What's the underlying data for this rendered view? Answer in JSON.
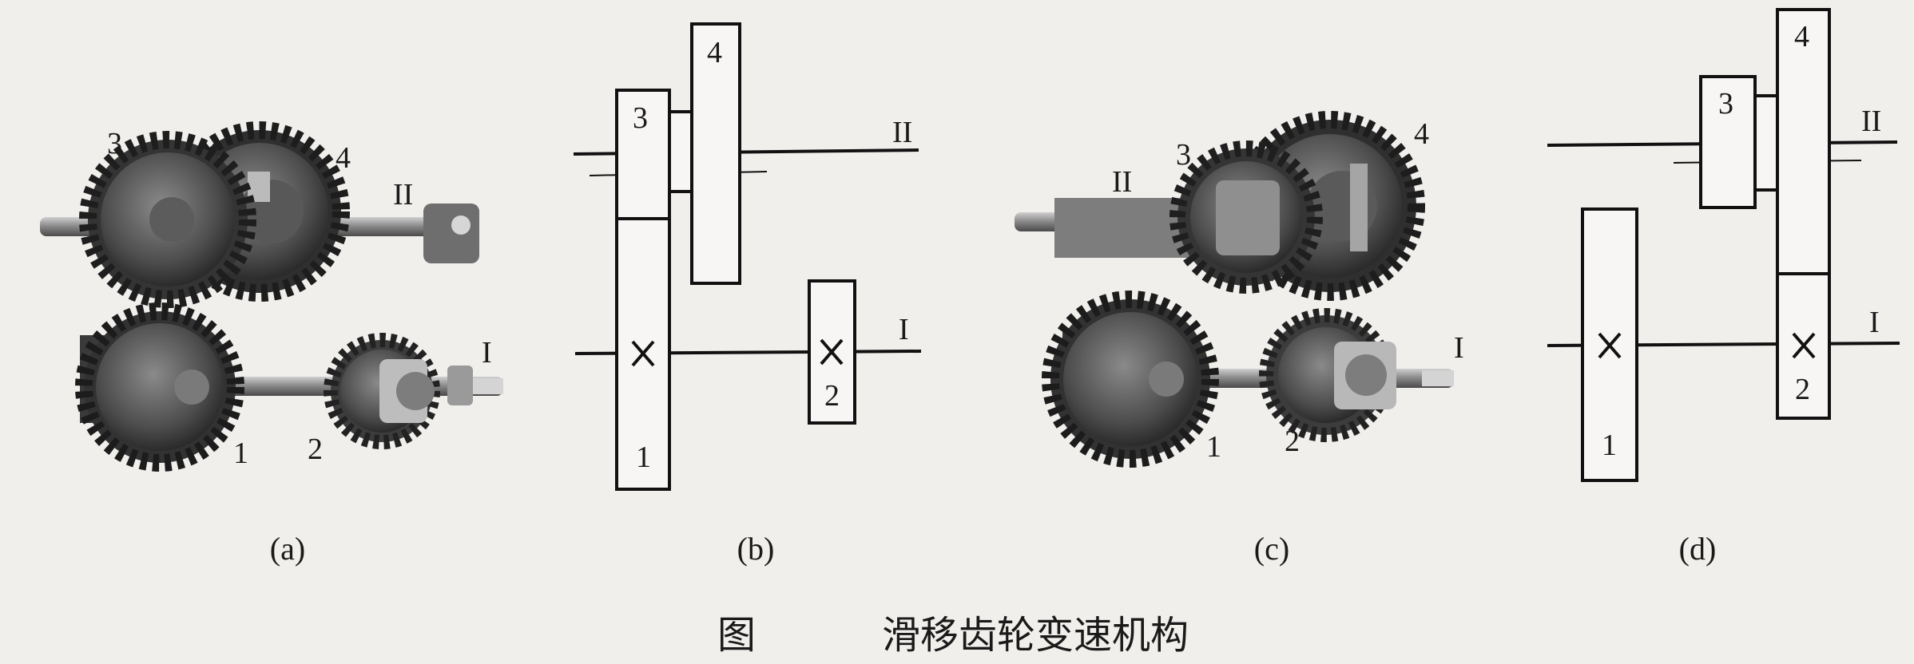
{
  "diagram": {
    "panel_a": {
      "sublabel": "(a)",
      "gear_labels": [
        "3",
        "4",
        "1",
        "2"
      ],
      "shaft_labels": [
        "II",
        "I"
      ]
    },
    "panel_b": {
      "sublabel": "(b)",
      "gear_labels": [
        "3",
        "4",
        "1",
        "2"
      ],
      "shaft_labels": [
        "II",
        "I"
      ]
    },
    "panel_c": {
      "sublabel": "(c)",
      "gear_labels": [
        "3",
        "4",
        "1",
        "2"
      ],
      "shaft_labels": [
        "II",
        "I"
      ]
    },
    "panel_d": {
      "sublabel": "(d)",
      "gear_labels": [
        "3",
        "4",
        "1",
        "2"
      ],
      "shaft_labels": [
        "II",
        "I"
      ]
    }
  },
  "caption": {
    "prefix": "图",
    "title": "滑移齿轮变速机构"
  },
  "colors": {
    "background": "#f1efec",
    "ink": "#111111",
    "gear_dark": "#3b3b3b",
    "gear_light": "#9c9c9c"
  }
}
